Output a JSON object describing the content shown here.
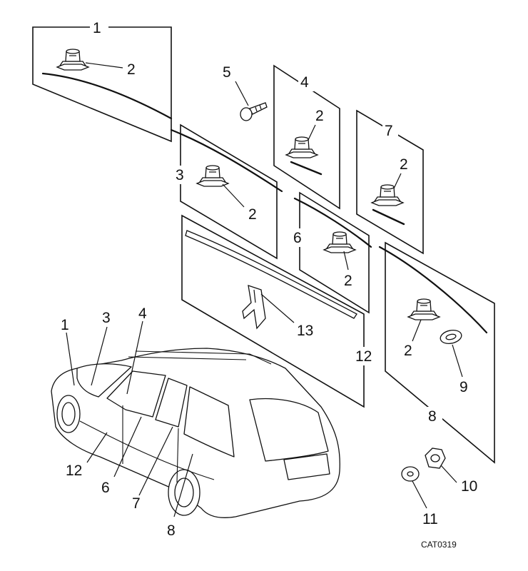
{
  "diagram": {
    "catalog_code": "CAT0319",
    "callouts": [
      {
        "id": "callout-1-panel",
        "label": "1"
      },
      {
        "id": "callout-2-a",
        "label": "2"
      },
      {
        "id": "callout-5",
        "label": "5"
      },
      {
        "id": "callout-4-panel",
        "label": "4"
      },
      {
        "id": "callout-2-b",
        "label": "2"
      },
      {
        "id": "callout-7-panel",
        "label": "7"
      },
      {
        "id": "callout-2-c",
        "label": "2"
      },
      {
        "id": "callout-3-panel",
        "label": "3"
      },
      {
        "id": "callout-2-d",
        "label": "2"
      },
      {
        "id": "callout-6-panel",
        "label": "6"
      },
      {
        "id": "callout-2-e",
        "label": "2"
      },
      {
        "id": "callout-13",
        "label": "13"
      },
      {
        "id": "callout-12-panel",
        "label": "12"
      },
      {
        "id": "callout-2-f",
        "label": "2"
      },
      {
        "id": "callout-9",
        "label": "9"
      },
      {
        "id": "callout-8-panel",
        "label": "8"
      },
      {
        "id": "callout-10",
        "label": "10"
      },
      {
        "id": "callout-11",
        "label": "11"
      },
      {
        "id": "callout-1-car",
        "label": "1"
      },
      {
        "id": "callout-3-car",
        "label": "3"
      },
      {
        "id": "callout-4-car",
        "label": "4"
      },
      {
        "id": "callout-12-car",
        "label": "12"
      },
      {
        "id": "callout-6-car",
        "label": "6"
      },
      {
        "id": "callout-7-car",
        "label": "7"
      },
      {
        "id": "callout-8-car",
        "label": "8"
      }
    ]
  }
}
